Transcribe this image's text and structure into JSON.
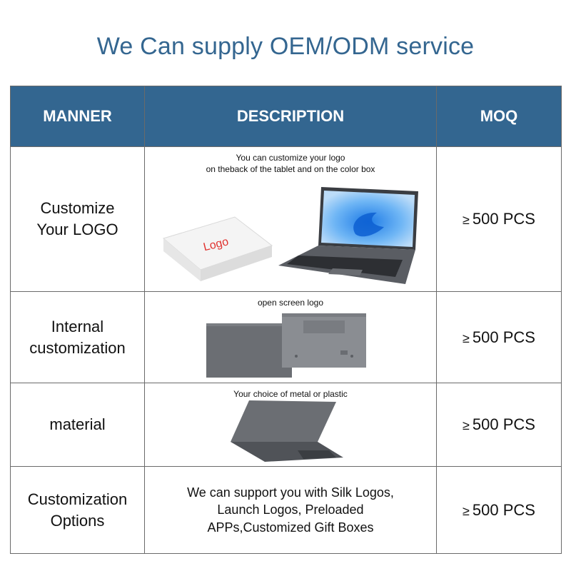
{
  "title": "We Can supply OEM/ODM service",
  "headers": {
    "manner": "MANNER",
    "description": "DESCRIPTION",
    "moq": "MOQ"
  },
  "rows": [
    {
      "manner": "Customize\nYour LOGO",
      "caption": "You can customize your logo\non theback of the tablet and on the color box",
      "box_logo": "Logo",
      "moq_symbol": "≥",
      "moq": "500 PCS"
    },
    {
      "manner": "Internal\ncustomization",
      "caption": "open screen logo",
      "moq_symbol": "≥",
      "moq": "500 PCS"
    },
    {
      "manner": "material",
      "caption": "Your choice of metal or plastic",
      "moq_symbol": "≥",
      "moq": "500 PCS"
    },
    {
      "manner": "Customization\nOptions",
      "description": "We can support you with Silk Logos, Launch Logos, Preloaded APPs,Customized Gift Boxes",
      "moq_symbol": "≥",
      "moq": "500 PCS"
    }
  ],
  "colors": {
    "header_bg": "#336690",
    "title": "#346690",
    "logo_red": "#e0322f",
    "laptop_gray": "#6b6e73"
  },
  "icons": [
    "laptop-image",
    "gift-box-image",
    "laptop-back-image",
    "laptop-bottom-image",
    "laptop-open-back-image"
  ]
}
